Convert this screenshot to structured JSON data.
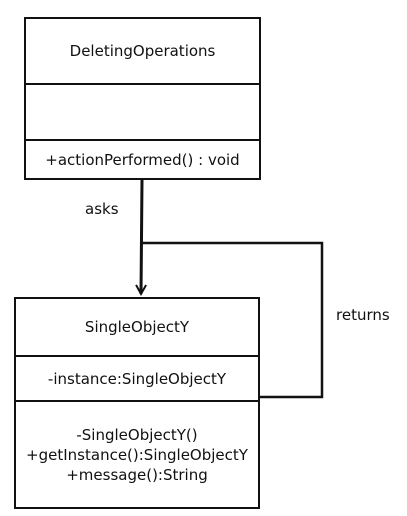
{
  "classes": {
    "deleting_operations": {
      "name": "DeletingOperations",
      "attributes": [],
      "operations": [
        "+actionPerformed() : void"
      ]
    },
    "single_object": {
      "name": "SingleObjectY",
      "attributes": [
        "-instance:SingleObjectY"
      ],
      "operations": [
        "-SingleObjectY()",
        "+getInstance():SingleObjectY",
        "+message():String"
      ]
    }
  },
  "relations": {
    "asks": "asks",
    "returns": "returns"
  }
}
